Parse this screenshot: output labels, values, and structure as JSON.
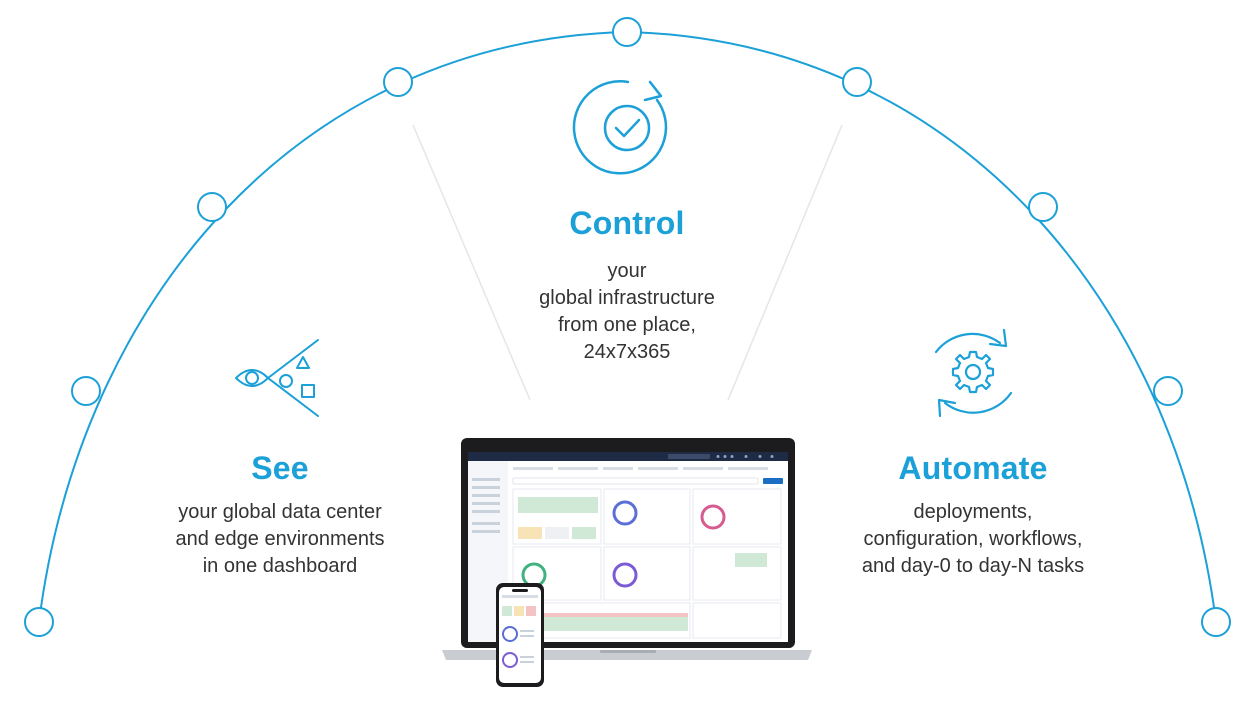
{
  "sections": {
    "see": {
      "title": "See",
      "lines": [
        "your global data center",
        "and edge environments",
        "in one dashboard"
      ],
      "icon": "eye-shapes-icon"
    },
    "control": {
      "title": "Control",
      "lines": [
        "your",
        "global infrastructure",
        "from one place,",
        "24x7x365"
      ],
      "icon": "checkmark-cycle-icon"
    },
    "automate": {
      "title": "Automate",
      "lines": [
        "deployments,",
        "configuration, workflows,",
        "and day-0 to day-N tasks"
      ],
      "icon": "gear-cycle-icon"
    }
  },
  "colors": {
    "accent": "#1ba0d7",
    "text": "#333333",
    "laptop_bezel": "#1c1c1e",
    "dashboard_header": "#1f2a44"
  }
}
